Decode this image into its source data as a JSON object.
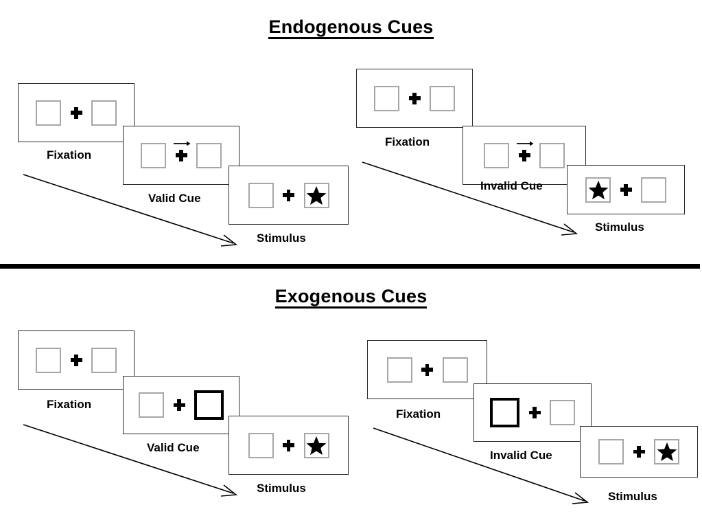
{
  "page": {
    "background": "#ffffff",
    "line_color": "#2b2b2b",
    "box_border_color": "#a6a6a6",
    "cue_border_color": "#000000",
    "star_color": "#000000"
  },
  "sections": [
    {
      "id": "endogenous",
      "title": "Endogenous Cues",
      "cue_type": "arrow",
      "sequences": [
        {
          "id": "endogenous-valid",
          "frames": [
            {
              "caption": "Fixation",
              "left_box": "empty",
              "right_box": "empty",
              "cue": "none"
            },
            {
              "caption": "Valid Cue",
              "left_box": "empty",
              "right_box": "empty",
              "cue": "arrow-right"
            },
            {
              "caption": "Stimulus",
              "left_box": "empty",
              "right_box": "star",
              "cue": "none"
            }
          ]
        },
        {
          "id": "endogenous-invalid",
          "frames": [
            {
              "caption": "Fixation",
              "left_box": "empty",
              "right_box": "empty",
              "cue": "none"
            },
            {
              "caption": "Invalid Cue",
              "left_box": "empty",
              "right_box": "empty",
              "cue": "arrow-right"
            },
            {
              "caption": "Stimulus",
              "left_box": "star",
              "right_box": "empty",
              "cue": "none"
            }
          ]
        }
      ]
    },
    {
      "id": "exogenous",
      "title": "Exogenous Cues",
      "cue_type": "peripheral-box",
      "sequences": [
        {
          "id": "exogenous-valid",
          "frames": [
            {
              "caption": "Fixation",
              "left_box": "empty",
              "right_box": "empty",
              "cue": "none"
            },
            {
              "caption": "Valid Cue",
              "left_box": "empty",
              "right_box": "cued",
              "cue": "highlight-right"
            },
            {
              "caption": "Stimulus",
              "left_box": "empty",
              "right_box": "star",
              "cue": "none"
            }
          ]
        },
        {
          "id": "exogenous-invalid",
          "frames": [
            {
              "caption": "Fixation",
              "left_box": "empty",
              "right_box": "empty",
              "cue": "none"
            },
            {
              "caption": "Invalid Cue",
              "left_box": "cued",
              "right_box": "empty",
              "cue": "highlight-left"
            },
            {
              "caption": "Stimulus",
              "left_box": "empty",
              "right_box": "star",
              "cue": "none"
            }
          ]
        }
      ]
    }
  ],
  "flow_arrows": [
    {
      "id": "endogenous-valid-time-arrow",
      "label": "time-progression"
    },
    {
      "id": "endogenous-invalid-time-arrow",
      "label": "time-progression"
    },
    {
      "id": "exogenous-valid-time-arrow",
      "label": "time-progression"
    },
    {
      "id": "exogenous-invalid-time-arrow",
      "label": "time-progression"
    }
  ]
}
